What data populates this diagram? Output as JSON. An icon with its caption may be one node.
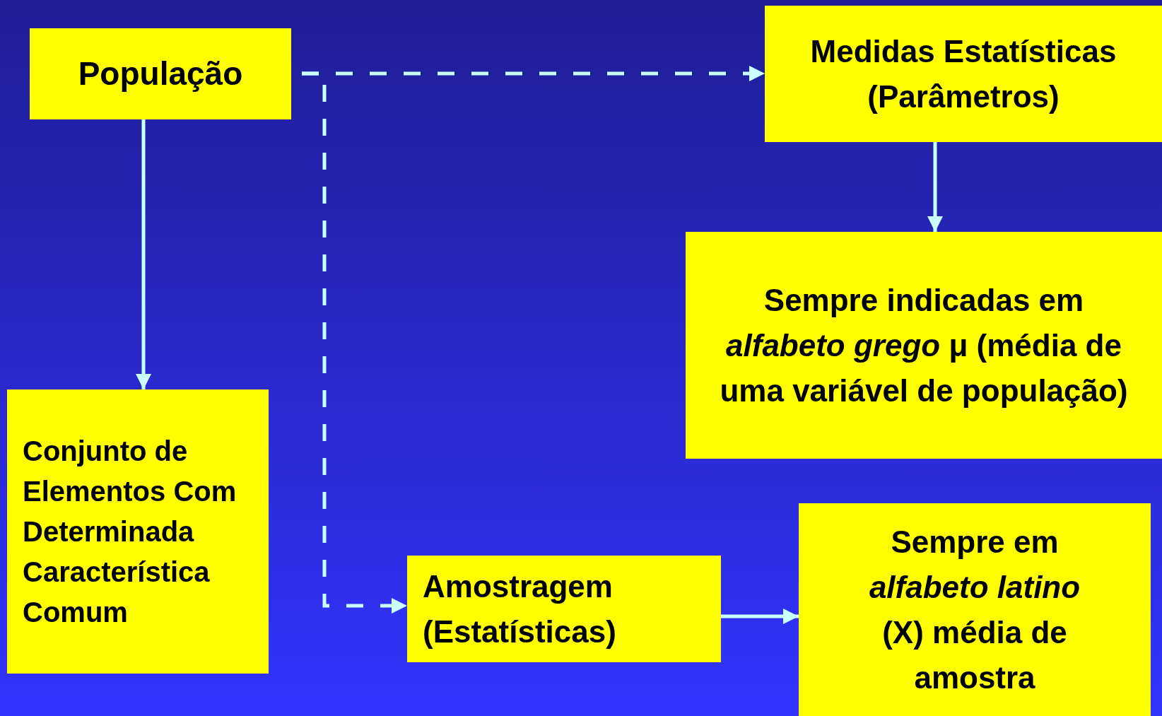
{
  "diagram": {
    "nodes": [
      {
        "text": [
          "População"
        ]
      },
      {
        "text": [
          "Medidas Estatísticas (Parâmetros)"
        ]
      },
      {
        "text": [
          "Sempre indicadas em *alfabeto grego* μ (média de uma variável de população)"
        ]
      },
      {
        "text": [
          "Conjunto de Elementos Com Determinada Característica Comum"
        ]
      },
      {
        "text": [
          "Amostragem (Estatísticas)"
        ]
      },
      {
        "text": [
          "Sempre em *alfabeto latino* (X) média de amostra"
        ]
      }
    ],
    "edges": [
      {
        "from": 0,
        "to": 1,
        "arrow": "to",
        "style": "dashed"
      },
      {
        "from": 0,
        "to": 4,
        "arrow": "to",
        "style": "dashed"
      },
      {
        "from": 0,
        "to": 3,
        "arrow": "to"
      },
      {
        "from": 1,
        "to": 2,
        "arrow": "to"
      },
      {
        "from": 4,
        "to": 5,
        "arrow": "to"
      }
    ]
  }
}
